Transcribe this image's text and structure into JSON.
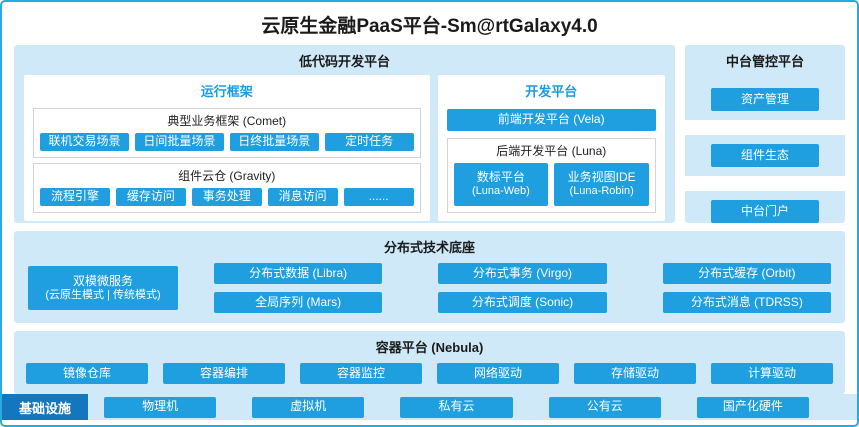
{
  "title": "云原生金融PaaS平台-Sm@rtGalaxy4.0",
  "colors": {
    "border_blue": "#29abe2",
    "panel_bg": "#cfe9f8",
    "chip_blue": "#1f9fe0",
    "infra_label_blue": "#1476bd",
    "subtitle_blue": "#1b9be0"
  },
  "lowcode": {
    "title": "低代码开发平台",
    "runtime": {
      "title": "运行框架",
      "comet": {
        "title": "典型业务框架 (Comet)",
        "chips": [
          "联机交易场景",
          "日间批量场景",
          "日终批量场景",
          "定时任务"
        ]
      },
      "gravity": {
        "title": "组件云仓 (Gravity)",
        "chips": [
          "流程引擎",
          "缓存访问",
          "事务处理",
          "消息访问",
          "......"
        ]
      }
    },
    "dev": {
      "title": "开发平台",
      "vela": "前端开发平台 (Vela)",
      "luna": {
        "title": "后端开发平台 (Luna)",
        "chips": [
          {
            "line1": "数标平台",
            "line2": "(Luna-Web)"
          },
          {
            "line1": "业务视图IDE",
            "line2": "(Luna-Robin)"
          }
        ]
      }
    }
  },
  "midplatform": {
    "title": "中台管控平台",
    "chips": [
      "资产管理",
      "组件生态",
      "中台门户"
    ]
  },
  "distributed": {
    "title": "分布式技术底座",
    "dual": {
      "line1": "双模微服务",
      "line2": "(云原生模式 | 传统模式)"
    },
    "chips": [
      "分布式数据 (Libra)",
      "分布式事务 (Virgo)",
      "分布式缓存 (Orbit)",
      "全局序列 (Mars)",
      "分布式调度 (Sonic)",
      "分布式消息 (TDRSS)"
    ]
  },
  "container_platform": {
    "title": "容器平台 (Nebula)",
    "chips": [
      "镜像仓库",
      "容器编排",
      "容器监控",
      "网络驱动",
      "存储驱动",
      "计算驱动"
    ]
  },
  "infrastructure": {
    "label": "基础设施",
    "chips": [
      "物理机",
      "虚拟机",
      "私有云",
      "公有云",
      "国产化硬件"
    ]
  }
}
